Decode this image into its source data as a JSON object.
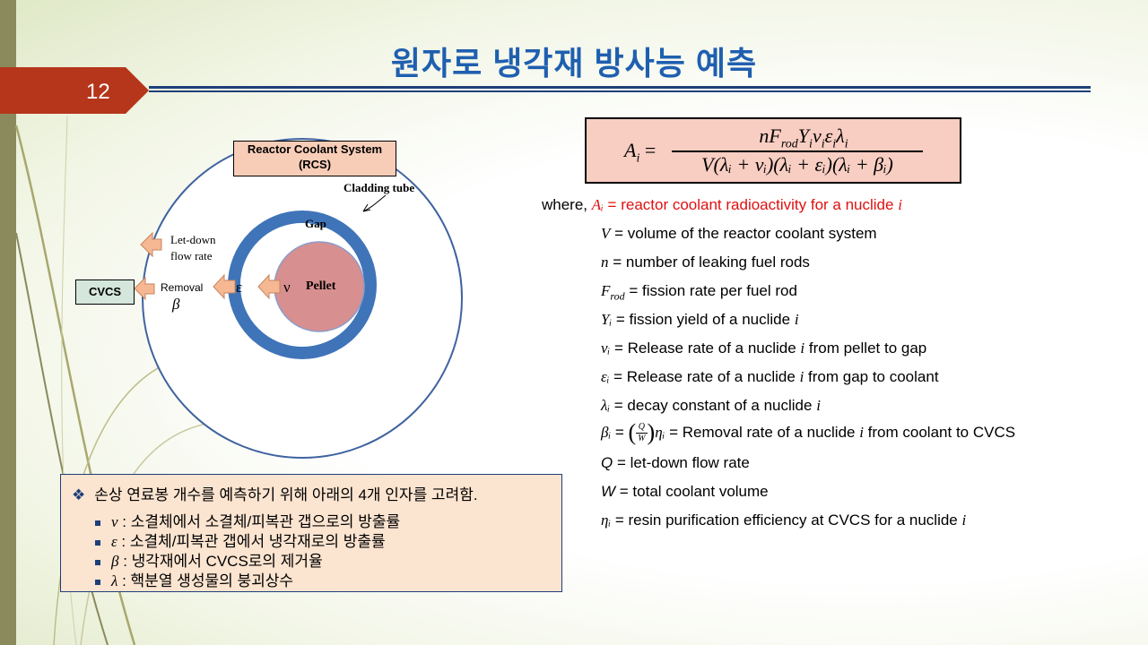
{
  "slide": {
    "number": "12",
    "title": "원자로 냉각재 방사능 예측"
  },
  "diagram": {
    "rcs_label_line1": "Reactor Coolant System",
    "rcs_label_line2": "(RCS)",
    "cladding_label": "Cladding tube",
    "gap_label": "Gap",
    "pellet_label": "Pellet",
    "nu_symbol": "ν",
    "epsilon_symbol": "ε",
    "letdown_line1": "Let-down",
    "letdown_line2": "flow rate",
    "removal_label": "Removal",
    "beta_symbol": "β",
    "cvcs_label": "CVCS",
    "colors": {
      "outer_circle": "#3f63a0",
      "cladding": "#3f74b8",
      "pellet": "#d88f8f",
      "arrow": "#f6b892"
    }
  },
  "formula": {
    "lhs": "A",
    "lhs_sub": "i",
    "equals": "=",
    "numerator": "nF",
    "numerator_sub": "rod",
    "numerator_rest": "Y",
    "denominator": "V(λᵢ + νᵢ)(λᵢ + εᵢ)(λᵢ + βᵢ)"
  },
  "definitions": [
    {
      "prefix": "where, ",
      "symbol": "Aᵢ",
      "text": " = reactor coolant radioactivity for a nuclide ",
      "tail": "i"
    },
    {
      "symbol": "V",
      "text": " = volume of the reactor coolant system"
    },
    {
      "symbol": "n",
      "text": " = number of leaking fuel rods"
    },
    {
      "symbol": "F",
      "sub": "rod",
      "text": " = fission rate per fuel rod"
    },
    {
      "symbol": "Yᵢ",
      "text": " = fission yield of a nuclide ",
      "tail": "i"
    },
    {
      "symbol": "νᵢ",
      "text": " = Release rate of a nuclide ",
      "tail": "i",
      "after": " from pellet to gap"
    },
    {
      "symbol": "εᵢ",
      "text": " = Release rate of a nuclide ",
      "tail": "i",
      "after": " from gap to coolant"
    },
    {
      "symbol": "λᵢ",
      "text": " = decay constant of a nuclide ",
      "tail": "i"
    },
    {
      "symbol": "βᵢ",
      "text": " = ",
      "frac_num": "Q",
      "frac_den": "W",
      "eta": "ηᵢ",
      "rest": " = Removal rate of a nuclide ",
      "tail": "i",
      "after": " from coolant to CVCS"
    },
    {
      "symbol": "Q",
      "text": " = let-down flow rate"
    },
    {
      "symbol": "W",
      "text": " = total coolant volume"
    },
    {
      "symbol": "ηᵢ",
      "text": " = resin purification efficiency at CVCS for a nuclide ",
      "tail": "i"
    }
  ],
  "notes": {
    "bullet": "❖",
    "heading": "손상 연료봉 개수를 예측하기 위해 아래의 4개 인자를 고려함.",
    "items": [
      {
        "symbol": "ν",
        "text": " : 소결체에서 소결체/피복관 갭으로의 방출률"
      },
      {
        "symbol": "ε",
        "text": " : 소결체/피복관 갭에서 냉각재로의 방출률"
      },
      {
        "symbol": "β",
        "text": " : 냉각재에서 CVCS로의 제거율"
      },
      {
        "symbol": "λ",
        "text": " : 핵분열 생성물의 붕괴상수"
      }
    ]
  }
}
